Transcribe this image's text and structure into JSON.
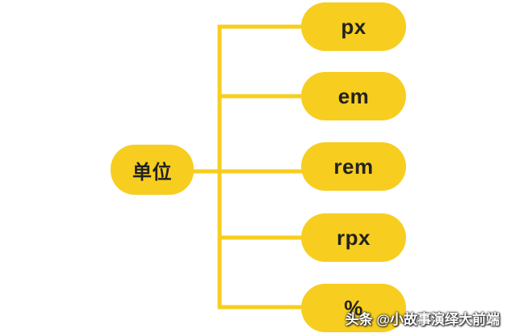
{
  "colors": {
    "node_fill": "#f7ce1f",
    "connector": "#f7ce1f",
    "text": "#222222"
  },
  "root": {
    "label": "单位"
  },
  "children": [
    {
      "label": "px"
    },
    {
      "label": "em"
    },
    {
      "label": "rem"
    },
    {
      "label": "rpx"
    },
    {
      "label": "%"
    }
  ],
  "watermark": "头条 @小故事演绎大前端"
}
